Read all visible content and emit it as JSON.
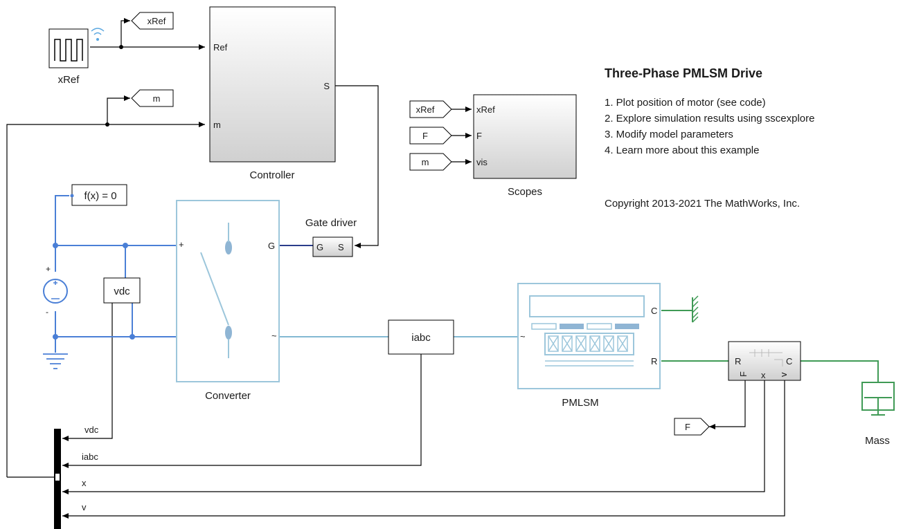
{
  "title": "Three-Phase PMLSM Drive",
  "notes": [
    "1. Plot position of motor (see code)",
    "2. Explore simulation results using sscexplore",
    "3. Modify model parameters",
    "4. Learn more about this example"
  ],
  "copyright": "Copyright 2013-2021 The MathWorks, Inc.",
  "blocks": {
    "xref_source": "xRef",
    "controller": {
      "name": "Controller",
      "in_ref": "Ref",
      "in_m": "m",
      "out_s": "S"
    },
    "scopes": {
      "name": "Scopes",
      "in_xref": "xRef",
      "in_f": "F",
      "in_vis": "vis"
    },
    "converter": {
      "name": "Converter",
      "port_g": "G",
      "port_plus": "+",
      "port_ac": "~"
    },
    "gate_driver": {
      "name": "Gate driver",
      "port_g": "G",
      "port_s": "S"
    },
    "pmlsm": {
      "name": "PMLSM",
      "port_c": "C",
      "port_r": "R",
      "port_ac": "~"
    },
    "vdc_sensor": "vdc",
    "iabc_sensor": "iabc",
    "solver": "f(x) = 0",
    "motion_sensor": {
      "port_r": "R",
      "port_c": "C",
      "port_f": "F",
      "port_x": "x",
      "port_v": "v"
    },
    "mass": "Mass"
  },
  "goto_tags": {
    "xref": "xRef",
    "m": "m"
  },
  "from_tags": {
    "xref": "xRef",
    "f": "F",
    "m": "m"
  },
  "out_tag_f": "F",
  "mux_labels": [
    "vdc",
    "iabc",
    "x",
    "v"
  ],
  "source_polarity": {
    "plus": "+",
    "minus": "-"
  }
}
